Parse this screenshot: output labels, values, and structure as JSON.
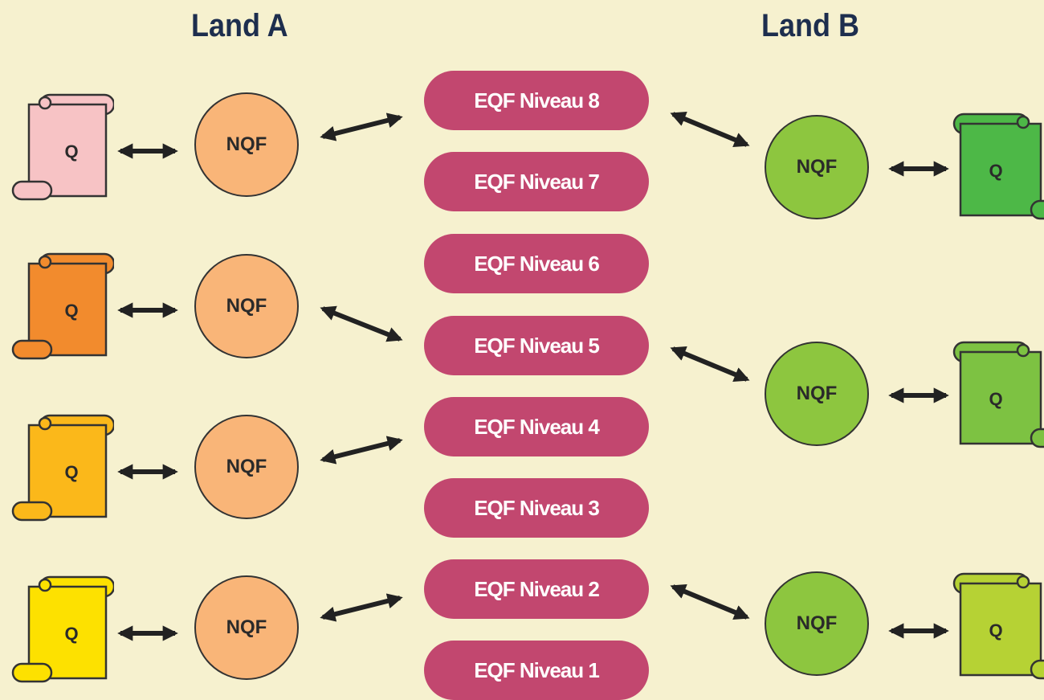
{
  "land_a": {
    "title": "Land A"
  },
  "land_b": {
    "title": "Land B"
  },
  "scroll_label": "Q",
  "nqf_label": "NQF",
  "eqf_levels": [
    "EQF Niveau 8",
    "EQF Niveau 7",
    "EQF Niveau 6",
    "EQF Niveau 5",
    "EQF Niveau 4",
    "EQF Niveau 3",
    "EQF Niveau 2",
    "EQF Niveau 1"
  ],
  "colors": {
    "background": "#f6f1cf",
    "title": "#1d2e4e",
    "eqf_pill": "#c2476f",
    "nqf_land_a": "#f9b578",
    "nqf_land_b": "#8dc63f",
    "scroll_land_a": [
      "#f7c3c5",
      "#f28b2d",
      "#fbb81a",
      "#fde100"
    ],
    "scroll_land_b": [
      "#4db847",
      "#7dc242",
      "#b6d234"
    ]
  },
  "links": {
    "land_a_nqf_to_eqf": [
      "EQF Niveau 8",
      "EQF Niveau 5",
      "EQF Niveau 4",
      "EQF Niveau 2"
    ],
    "land_b_nqf_to_eqf": [
      "EQF Niveau 8",
      "EQF Niveau 5",
      "EQF Niveau 2"
    ]
  }
}
